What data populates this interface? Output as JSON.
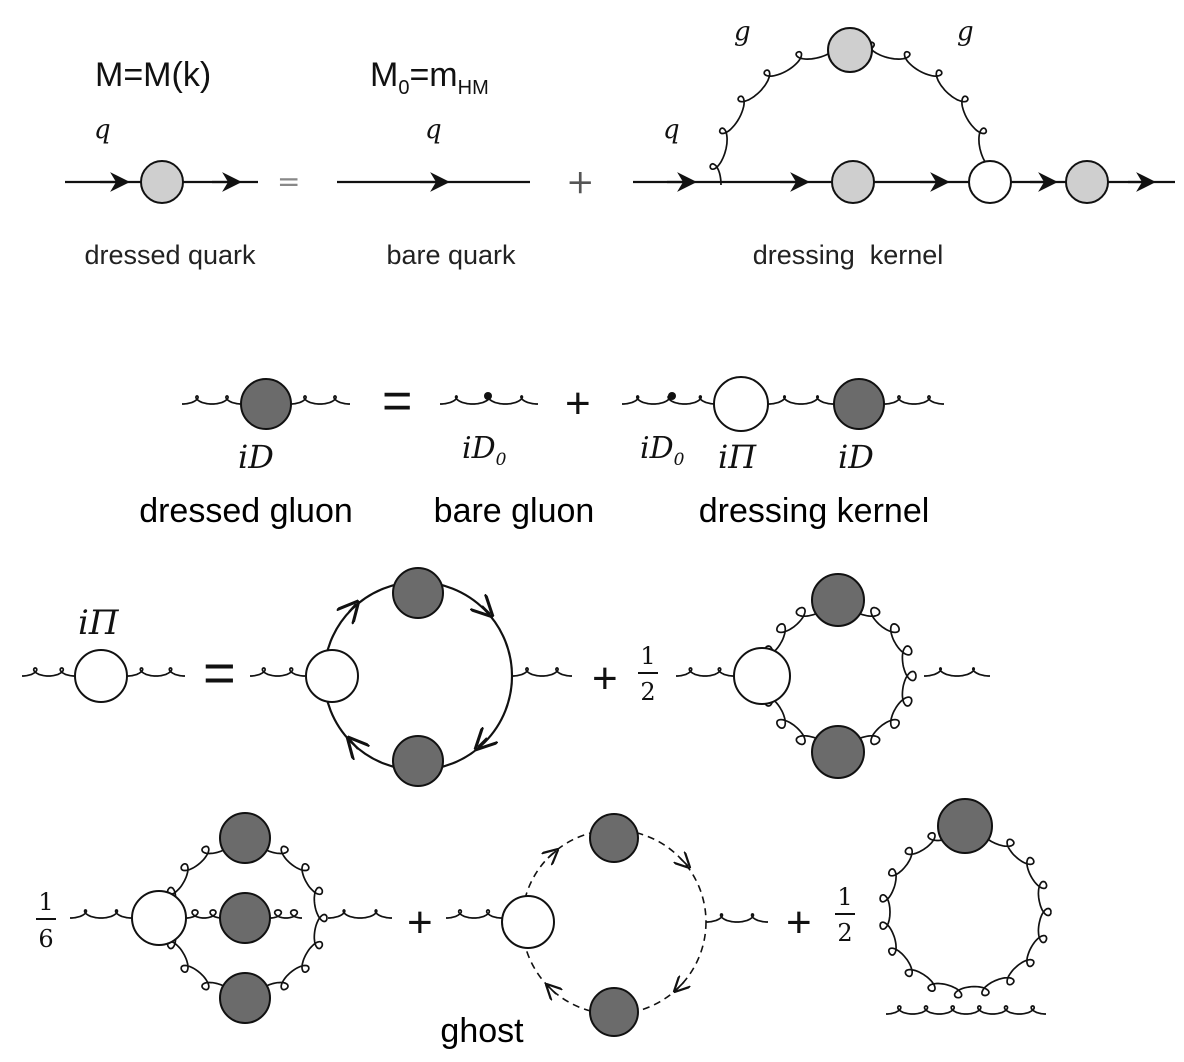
{
  "colors": {
    "ink": "#111111",
    "light_blob": "#cfcfcf",
    "dark_blob": "#6b6b6b",
    "open_blob": "#ffffff"
  },
  "quark": {
    "mass_dressed": "M=M(k)",
    "mass_bare_main": "M",
    "mass_bare_sub": "0",
    "mass_bare_eq": "=m",
    "mass_bare_sub2": "HM",
    "q_label": "q",
    "g_label": "g",
    "equals": "=",
    "plus": "+",
    "caption_dressed": "dressed quark",
    "caption_bare": "bare quark",
    "caption_kernel": "dressing  kernel"
  },
  "gluon": {
    "equals": "=",
    "plus": "+",
    "iD": "iD",
    "iD0_main": "iD",
    "iD0_sub": "0",
    "iPi": "iΠ",
    "caption_dressed": "dressed gluon",
    "caption_bare": "bare gluon",
    "caption_kernel": "dressing kernel"
  },
  "self_energy": {
    "iPi": "iΠ",
    "equals": "=",
    "plus": "+",
    "half_num": "1",
    "half_den": "2",
    "sixth_num": "1",
    "sixth_den": "6",
    "ghost_caption": "ghost"
  }
}
